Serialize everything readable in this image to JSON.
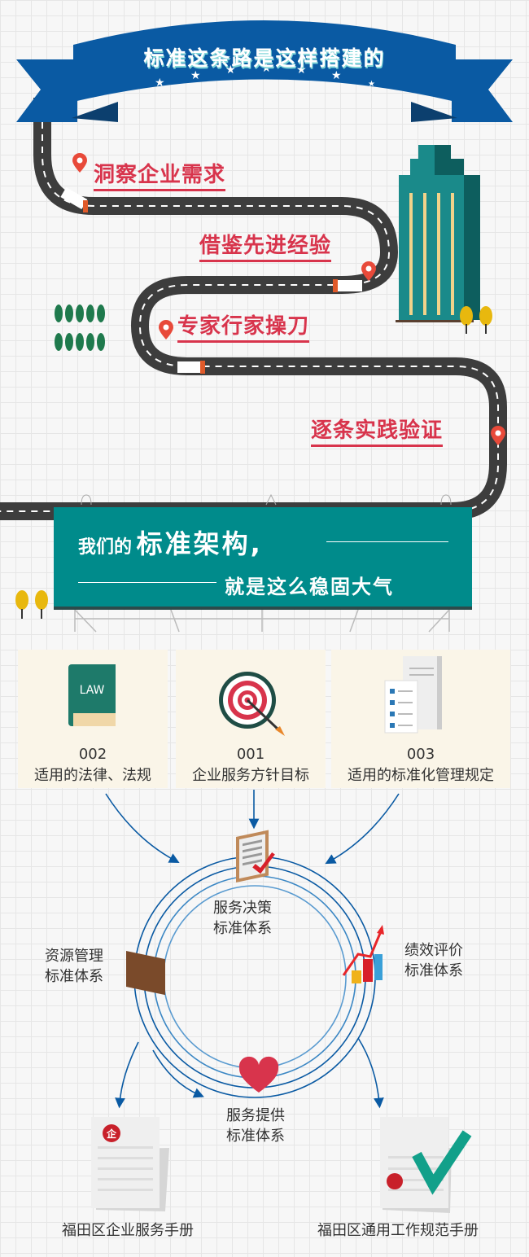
{
  "banner": {
    "title": "标准这条路是这样搭建的",
    "color": "#0a5aa3"
  },
  "road_steps": [
    {
      "label": "洞察企业需求"
    },
    {
      "label": "借鉴先进经验"
    },
    {
      "label": "专家行家操刀"
    },
    {
      "label": "逐条实践验证"
    }
  ],
  "billboard": {
    "line1_small": "我们的",
    "line1_big": "标准架构,",
    "line2": "就是这么稳固大气",
    "color": "#008b8b"
  },
  "inputs": [
    {
      "num": "002",
      "label": "适用的法律、法规",
      "icon": "law-book-icon",
      "icon_text": "LAW"
    },
    {
      "num": "001",
      "label": "企业服务方针目标",
      "icon": "target-icon"
    },
    {
      "num": "003",
      "label": "适用的标准化管理规定",
      "icon": "documents-icon"
    }
  ],
  "cycle": {
    "top": {
      "line1": "服务决策",
      "line2": "标准体系"
    },
    "left": {
      "line1": "资源管理",
      "line2": "标准体系"
    },
    "right": {
      "line1": "绩效评价",
      "line2": "标准体系"
    },
    "bottom": {
      "line1": "服务提供",
      "line2": "标准体系"
    }
  },
  "outputs": [
    {
      "label": "福田区企业服务手册",
      "badge": "企"
    },
    {
      "label": "福田区通用工作规范手册"
    }
  ],
  "colors": {
    "accent_red": "#d8344c",
    "arrow_blue": "#0a5aa3",
    "teal": "#008b8b",
    "road": "#3d3d3d"
  }
}
